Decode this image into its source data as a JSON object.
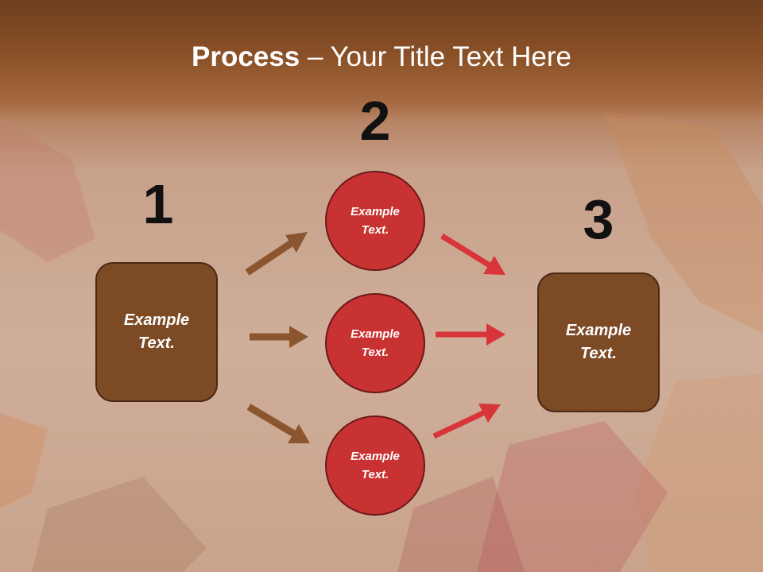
{
  "title": {
    "bold": "Process",
    "rest": " – Your Title Text Here"
  },
  "steps": [
    {
      "number": "1"
    },
    {
      "number": "2"
    },
    {
      "number": "3"
    }
  ],
  "start_box": {
    "line1": "Example",
    "line2": "Text."
  },
  "circles": [
    {
      "line1": "Example",
      "line2": "Text."
    },
    {
      "line1": "Example",
      "line2": "Text."
    },
    {
      "line1": "Example",
      "line2": "Text."
    }
  ],
  "end_box": {
    "line1": "Example",
    "line2": "Text."
  },
  "colors": {
    "box_fill": "#7d4a26",
    "circle_fill": "#c93232",
    "arrow_brown": "#8b5530",
    "arrow_red": "#d8353a",
    "header": "#8c5228"
  }
}
